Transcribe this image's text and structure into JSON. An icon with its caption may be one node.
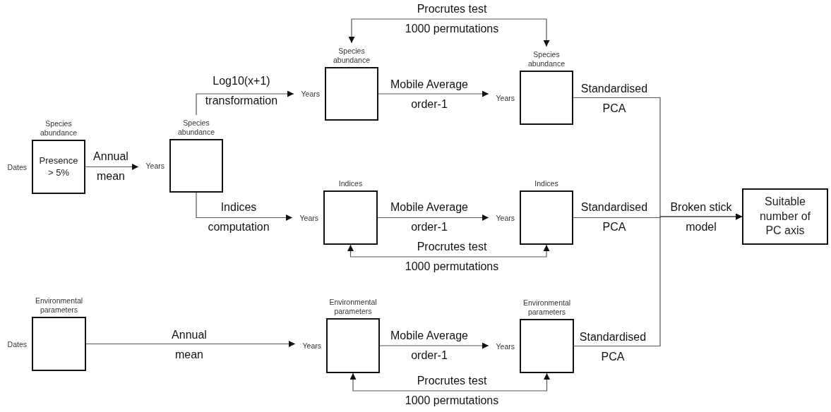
{
  "diagram": {
    "nodes": [
      {
        "text": [
          "Species abundance",
          "Presence > 5%"
        ],
        "beside": [
          "Dates"
        ]
      },
      {
        "text": [
          "Species abundance"
        ],
        "beside": [
          "Years"
        ]
      },
      {
        "text": [
          "Species abundance"
        ],
        "beside": [
          "Years"
        ]
      },
      {
        "text": [
          "Species abundance"
        ],
        "beside": [
          "Years"
        ]
      },
      {
        "text": [
          "Indices"
        ],
        "beside": [
          "Years"
        ]
      },
      {
        "text": [
          "Indices"
        ],
        "beside": [
          "Years"
        ]
      },
      {
        "text": [
          "Environmental parameters"
        ],
        "beside": [
          "Dates"
        ]
      },
      {
        "text": [
          "Environmental parameters"
        ],
        "beside": [
          "Years"
        ]
      },
      {
        "text": [
          "Environmental parameters"
        ],
        "beside": [
          "Years"
        ]
      },
      {
        "text": [
          "Suitable number of PC axis"
        ]
      }
    ],
    "edges": [
      {
        "from": 0,
        "to": 1,
        "arrow": "to",
        "label": "Annual mean"
      },
      {
        "from": 1,
        "to": 2,
        "arrow": "to",
        "label": "Log10(x+1) transformation"
      },
      {
        "from": 1,
        "to": 4,
        "arrow": "to",
        "label": "Indices computation"
      },
      {
        "from": 2,
        "to": 3,
        "arrow": "to",
        "label": "Mobile Average order-1"
      },
      {
        "from": 2,
        "to": 3,
        "arrow": "both",
        "label": "Procrutes test 1000 permutations"
      },
      {
        "from": 4,
        "to": 5,
        "arrow": "to",
        "label": "Mobile Average order-1"
      },
      {
        "from": 4,
        "to": 5,
        "arrow": "both",
        "label": "Procrutes test 1000 permutations"
      },
      {
        "from": 6,
        "to": 7,
        "arrow": "to",
        "label": "Annual mean"
      },
      {
        "from": 7,
        "to": 8,
        "arrow": "to",
        "label": "Mobile Average order-1"
      },
      {
        "from": 7,
        "to": 8,
        "arrow": "both",
        "label": "Procrutes test 1000 permutations"
      },
      {
        "from": 3,
        "to": 9,
        "arrow": "to",
        "label": "Standardised PCA"
      },
      {
        "from": 5,
        "to": 9,
        "arrow": "to",
        "label": "Standardised PCA"
      },
      {
        "from": 8,
        "to": 9,
        "arrow": "to",
        "label": "Standardised PCA"
      }
    ],
    "labels": [
      "Broken stick model"
    ]
  }
}
